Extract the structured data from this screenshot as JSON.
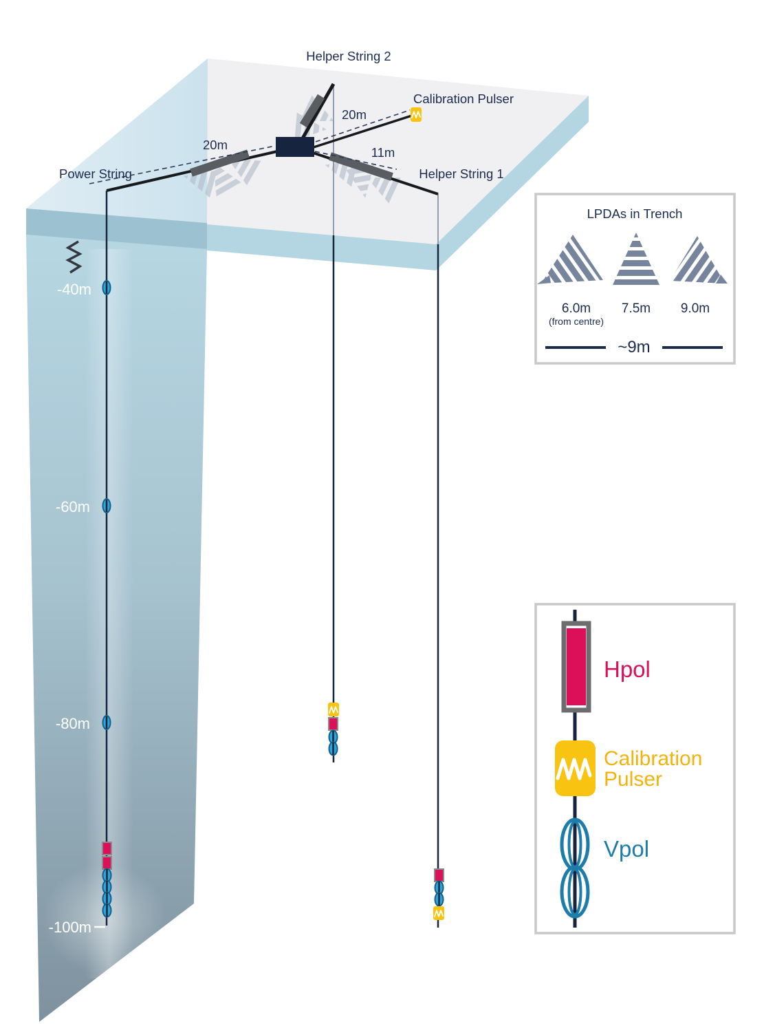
{
  "diagram": {
    "labels": {
      "helper_string_2": "Helper String 2",
      "calibration_pulser": "Calibration Pulser",
      "power_string": "Power String",
      "helper_string_1": "Helper String 1"
    },
    "distances": {
      "cal_pulser": "20m",
      "power": "20m",
      "helper1": "11m"
    },
    "depths": [
      "-40m",
      "-60m",
      "-80m",
      "-100m"
    ]
  },
  "lpda_legend": {
    "title": "LPDAs in Trench",
    "items": [
      {
        "label": "6.0m",
        "sub": "(from centre)"
      },
      {
        "label": "7.5m"
      },
      {
        "label": "9.0m"
      }
    ],
    "scale": "~9m"
  },
  "symbol_legend": {
    "hpol": "Hpol",
    "cal_line1": "Calibration",
    "cal_line2": "Pulser",
    "vpol": "Vpol"
  },
  "colors": {
    "navy_text": "#1b2b4d",
    "string_line": "#17263f",
    "hpol_red": "#dc1059",
    "cal_yellow": "#f9c411",
    "cal_text_yellow": "#f3b30d",
    "vpol_blue": "#1e7cab",
    "lpda_slate": "#76849c",
    "trench_bar_gray": "#595d62",
    "surface_gray": "#f0f0f2",
    "ice_band_blue": "#b4d6e2",
    "wall_top_blue": "#b7d7e3",
    "wall_bottom_gray": "#7e929e"
  }
}
